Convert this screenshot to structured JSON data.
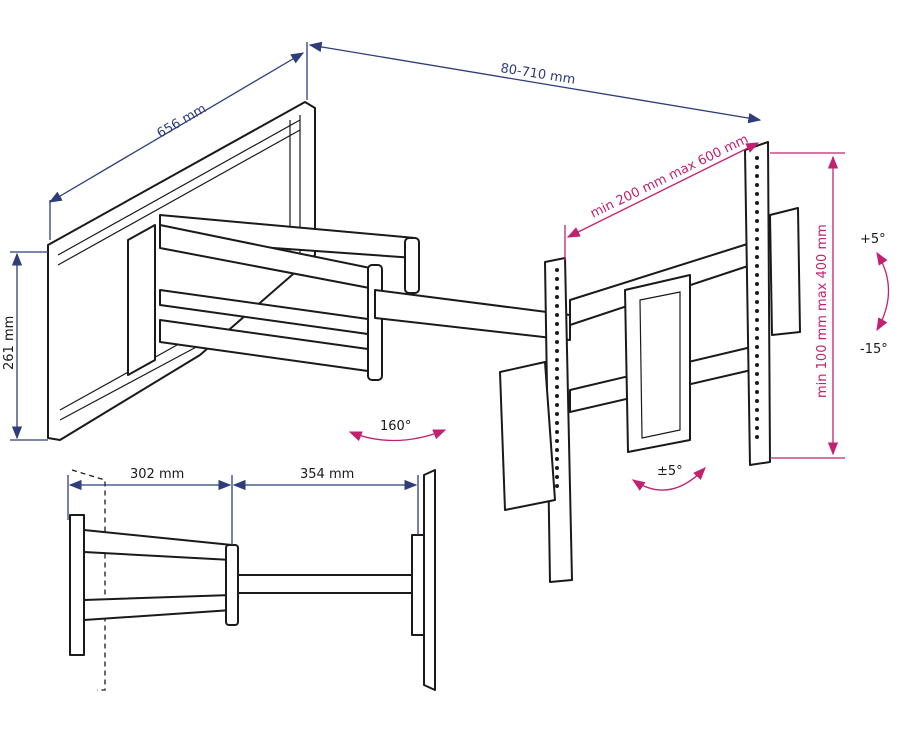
{
  "diagram": {
    "colors": {
      "dimension_blue": "#2e3d7c",
      "dimension_magenta": "#c2216f",
      "line": "#1a1a1a"
    },
    "labels": {
      "wall_plate_width": "656 mm",
      "extension_range": "80-710 mm",
      "wall_plate_height": "261 mm",
      "vesa_horizontal": "min 200 mm max 600 mm",
      "vesa_vertical": "min 100 mm max 400 mm",
      "tilt_up": "+5°",
      "tilt_down": "-15°",
      "rotation": "±5°",
      "swivel": "160°",
      "arm_first_length": "302 mm",
      "arm_second_length": "354 mm"
    }
  }
}
